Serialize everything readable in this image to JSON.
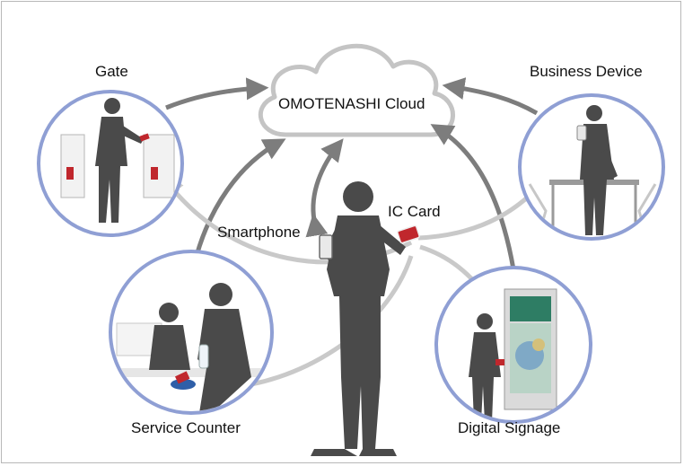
{
  "diagram": {
    "cloud_label": "OMOTENASHI Cloud",
    "nodes": {
      "gate": {
        "label": "Gate"
      },
      "business_device": {
        "label": "Business Device"
      },
      "service_counter": {
        "label": "Service Counter"
      },
      "digital_signage": {
        "label": "Digital Signage"
      }
    },
    "person": {
      "smartphone_label": "Smartphone",
      "ic_card_label": "IC Card"
    }
  },
  "colors": {
    "circle_ring": "#8f9fd4",
    "cloud_outline": "#c4c4c4",
    "arrow_dark": "#7d7d7d",
    "arrow_light": "#c9c9c9",
    "silhouette": "#4a4a4a",
    "card_accent": "#c0272d",
    "signage_green": "#2e7d64"
  }
}
